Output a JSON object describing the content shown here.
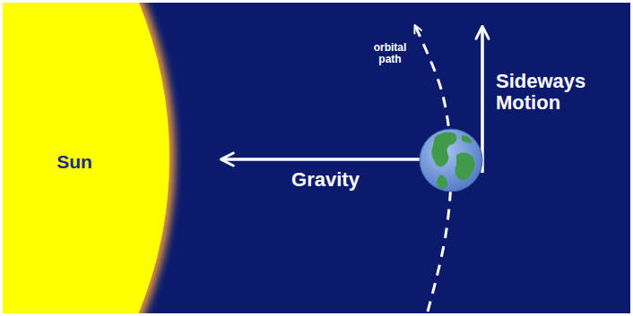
{
  "diagram": {
    "nodes": [
      {
        "text": [
          "Sun"
        ]
      }
    ],
    "labels": [
      "orbital path",
      "Sideways Motion",
      "Gravity"
    ]
  }
}
